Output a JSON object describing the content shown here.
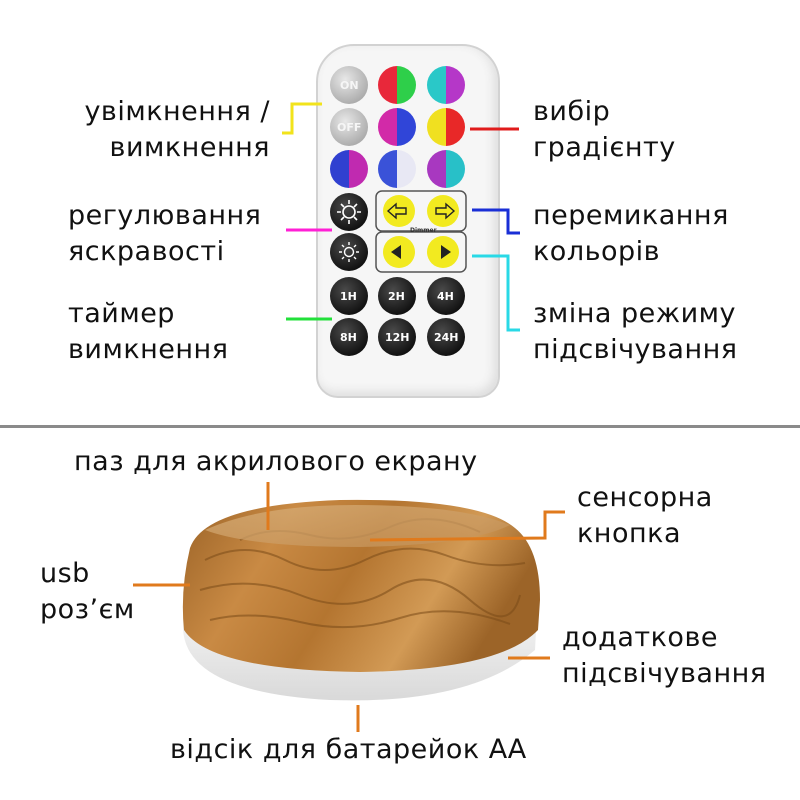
{
  "remote": {
    "labels": {
      "power": [
        "увімкнення /",
        "вимкнення"
      ],
      "brightness": [
        "регулювання",
        "яскравості"
      ],
      "timer": [
        "таймер",
        "вимкнення"
      ],
      "gradient": [
        "вибір",
        "градієнту"
      ],
      "color_switch": [
        "перемикання",
        "кольорів"
      ],
      "mode": [
        "зміна режиму",
        "підсвічування"
      ]
    },
    "buttons": {
      "on": "ON",
      "off": "OFF",
      "timer_1h": "1H",
      "timer_2h": "2H",
      "timer_4h": "4H",
      "timer_8h": "8H",
      "timer_12h": "12H",
      "timer_24h": "24H",
      "dimmer": "Dimmer"
    }
  },
  "base": {
    "labels": {
      "slot": "паз для акрилового екрану",
      "touch": [
        "сенсорна",
        "кнопка"
      ],
      "usb": [
        "usb",
        "роз’єм"
      ],
      "extra_light": [
        "додаткове",
        "підсвічування"
      ],
      "battery": "відсік для батарейок АА"
    }
  },
  "colors": {
    "power_line": "#f2e31b",
    "brightness_line": "#ff1fd5",
    "timer_line": "#22e03a",
    "gradient_line": "#e01b1b",
    "color_switch_line": "#1a2fd6",
    "mode_line": "#29d9e6",
    "base_lines": "#e07a1c"
  }
}
